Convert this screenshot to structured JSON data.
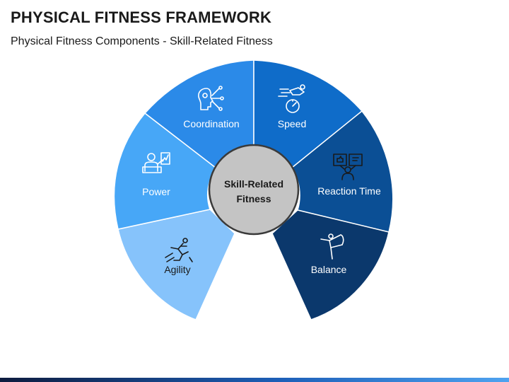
{
  "header": {
    "title": "PHYSICAL FITNESS FRAMEWORK",
    "subtitle": "Physical Fitness Components - Skill-Related Fitness"
  },
  "diagram": {
    "center": {
      "line1": "Skill-Related",
      "line2": "Fitness",
      "color": "#c4c4c4"
    },
    "segments": [
      {
        "label": "Agility",
        "color": "#86c3fb",
        "icon": "hurdle-jump-icon"
      },
      {
        "label": "Power",
        "color": "#47a7f7",
        "icon": "presenter-chart-icon"
      },
      {
        "label": "Coordination",
        "color": "#2b8ae8",
        "icon": "head-network-icon"
      },
      {
        "label": "Speed",
        "color": "#0f6cc9",
        "icon": "speedometer-icon"
      },
      {
        "label": "Reaction Time",
        "color": "#0b4f95",
        "icon": "feedback-screens-icon"
      },
      {
        "label": "Balance",
        "color": "#0b386c",
        "icon": "dancer-balance-icon"
      }
    ]
  }
}
